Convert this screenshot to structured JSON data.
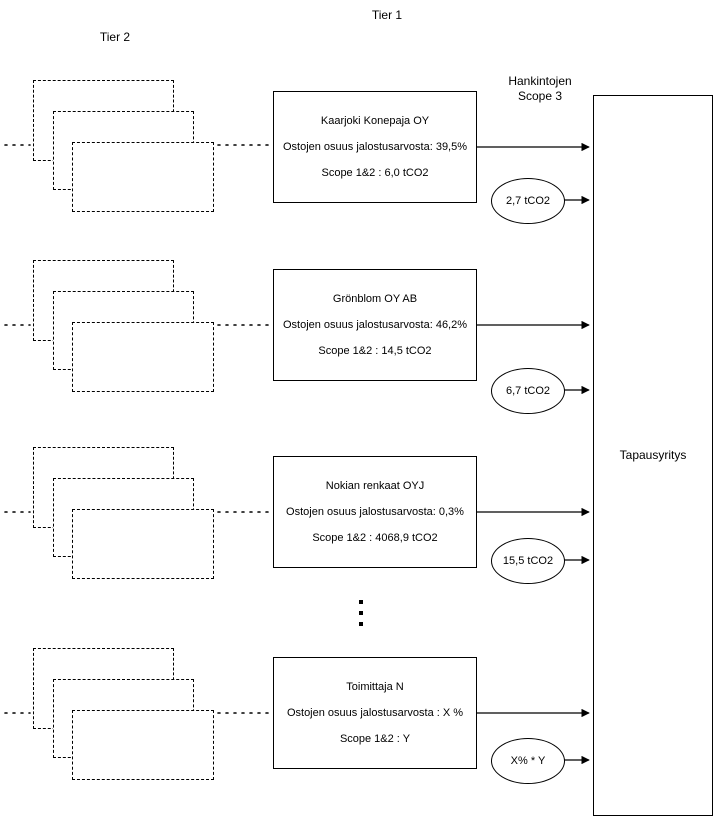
{
  "headers": {
    "tier1": "Tier 1",
    "tier2": "Tier 2",
    "scope3": "Hankintojen\nScope 3",
    "case_company": "Tapausyritys"
  },
  "rows": [
    {
      "supplier": {
        "name": "Kaarjoki Konepaja OY",
        "purchase_share": "Ostojen osuus jalostusarvosta: 39,5%",
        "scope12": "Scope 1&2 : 6,0 tCO2"
      },
      "emission": "2,7 tCO2"
    },
    {
      "supplier": {
        "name": "Grönblom OY AB",
        "purchase_share": "Ostojen osuus jalostusarvosta: 46,2%",
        "scope12": "Scope 1&2 : 14,5 tCO2"
      },
      "emission": "6,7 tCO2"
    },
    {
      "supplier": {
        "name": "Nokian renkaat OYJ",
        "purchase_share": "Ostojen osuus jalostusarvosta: 0,3%",
        "scope12": "Scope 1&2 : 4068,9 tCO2"
      },
      "emission": "15,5 tCO2"
    },
    {
      "supplier": {
        "name": "Toimittaja N",
        "purchase_share": "Ostojen osuus jalostusarvosta : X %",
        "scope12": "Scope 1&2 : Y"
      },
      "emission": "X% * Y"
    }
  ],
  "colors": {
    "stroke": "#000000",
    "background": "#ffffff"
  }
}
